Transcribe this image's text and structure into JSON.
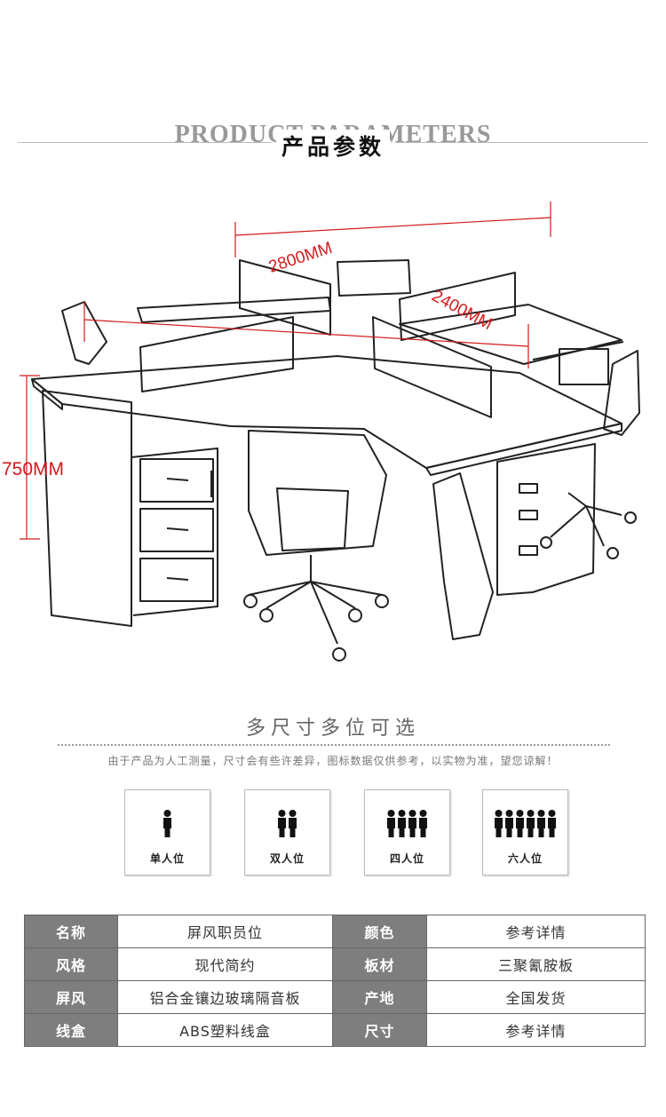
{
  "header": {
    "title_en": "PRODUCT PARAMETERS",
    "title_cn": "产品参数"
  },
  "drawing": {
    "dim_width": "2800MM",
    "dim_depth": "2400MM",
    "dim_height": "750MM",
    "accent_color": "#d21c1c"
  },
  "options": {
    "title": "多尺寸多位可选",
    "note": "由于产品为人工测量，尺寸会有些许差异，图标数据仅供参考，以实物为准，望您谅解！",
    "items": [
      {
        "label": "单人位",
        "persons": 1
      },
      {
        "label": "双人位",
        "persons": 2
      },
      {
        "label": "四人位",
        "persons": 4
      },
      {
        "label": "六人位",
        "persons": 6
      }
    ]
  },
  "params": {
    "rows": [
      {
        "k1": "名称",
        "v1": "屏风职员位",
        "k2": "颜色",
        "v2": "参考详情"
      },
      {
        "k1": "风格",
        "v1": "现代简约",
        "k2": "板材",
        "v2": "三聚氰胺板"
      },
      {
        "k1": "屏风",
        "v1": "铝合金镶边玻璃隔音板",
        "k2": "产地",
        "v2": "全国发货"
      },
      {
        "k1": "线盒",
        "v1": "ABS塑料线盒",
        "k2": "尺寸",
        "v2": "参考详情"
      }
    ],
    "header_bg": "#7e7e7e"
  }
}
